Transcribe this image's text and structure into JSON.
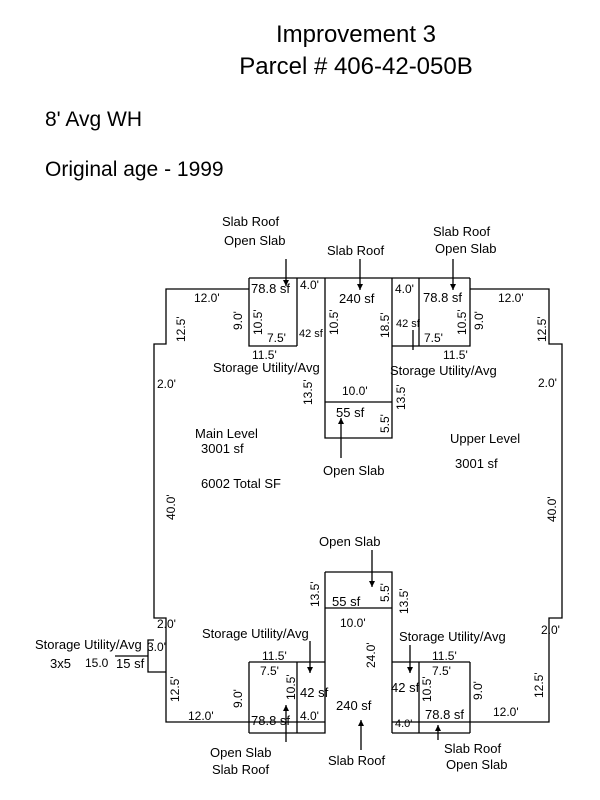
{
  "header": {
    "title": "Improvement 3",
    "parcel": "Parcel # 406-42-050B"
  },
  "info": {
    "wall_height": "8' Avg WH",
    "age": "Original age - 1999"
  },
  "areas": {
    "main_level": "Main Level",
    "main_sf": "3001 sf",
    "upper_level": "Upper Level",
    "upper_sf": "3001 sf",
    "total": "6002 Total SF",
    "slab_roof_240_top": "240 sf",
    "slab_roof_240_bottom": "240 sf",
    "open_slab_55_top": "55 sf",
    "open_slab_55_bottom": "55 sf",
    "slab_788_tl": "78.8 sf",
    "slab_788_tr": "78.8 sf",
    "slab_788_bl": "78.8 sf",
    "slab_788_br": "78.8 sf",
    "storage_42_tl": "42 sf",
    "storage_42_tr": "42 sf",
    "storage_42_bl": "42 sf",
    "storage_42_br": "42 sf",
    "storage_15": "15 sf"
  },
  "labels": {
    "slab_roof": "Slab Roof",
    "open_slab": "Open Slab",
    "storage_utility": "Storage Utility/Avg",
    "three_by_five": "3x5"
  },
  "dims": {
    "d120": "12.0'",
    "d125": "12.5'",
    "d20": "2.0'",
    "d400": "40.0'",
    "d90": "9.0'",
    "d105": "10.5'",
    "d75": "7.5'",
    "d115": "11.5'",
    "d40": "4.0'",
    "d185": "18.5'",
    "d135": "13.5'",
    "d100": "10.0'",
    "d55": "5.5'",
    "d240": "24.0'",
    "d30": "3.0'",
    "d150": "15.0"
  }
}
